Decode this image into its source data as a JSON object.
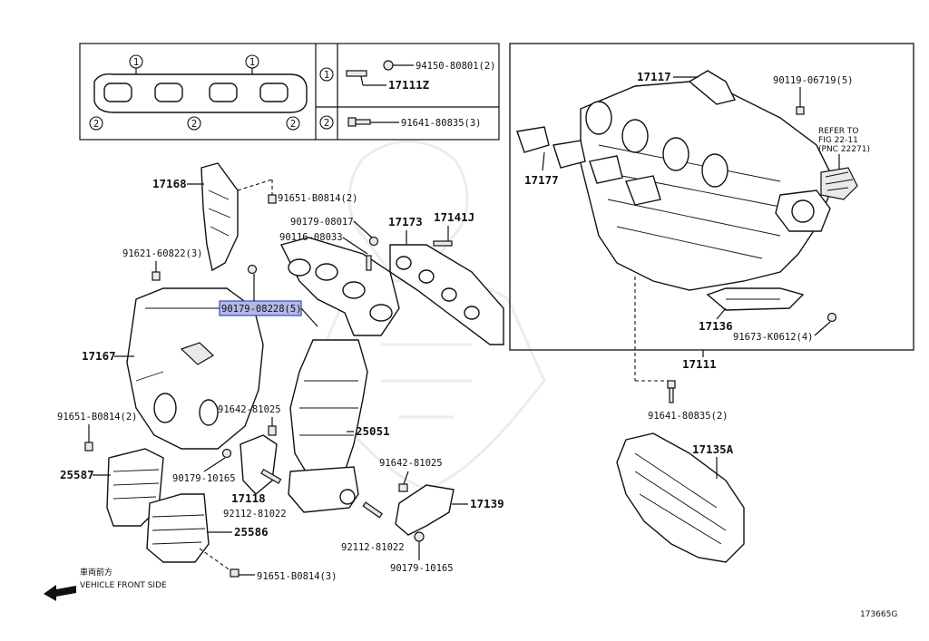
{
  "legend": {
    "callout_1": "1",
    "callout_2": "2",
    "row1_part_a": "94150-80801(2)",
    "row1_part_b": "17111Z",
    "row2_part": "91641-80835(3)"
  },
  "labels": {
    "p17117": "17117",
    "p90119": "90119-06719(5)",
    "refer_line1": "REFER TO",
    "refer_line2": "FIG 22-11",
    "refer_line3": "(PNC 22271)",
    "p17177": "17177",
    "p17168": "17168",
    "p91651_top": "91651-B0814(2)",
    "p90179_08017": "90179-08017",
    "p17173": "17173",
    "p17141J": "17141J",
    "p90116": "90116-08033",
    "p91621": "91621-60822(3)",
    "p90179_08228": "90179-08228(5)",
    "p17167": "17167",
    "p17136": "17136",
    "p91673": "91673-K0612(4)",
    "p17111": "17111",
    "p91641_bottom": "91641-80835(2)",
    "p91651_left": "91651-B0814(2)",
    "p91642_left": "91642-81025",
    "p25051": "25051",
    "p17135A": "17135A",
    "p25587": "25587",
    "p90179_10165_left": "90179-10165",
    "p91642_right": "91642-81025",
    "p17118": "17118",
    "p92112_left": "92112-81022",
    "p17139": "17139",
    "p25586": "25586",
    "p92112_right": "92112-81022",
    "p91651_bottom": "91651-B0814(3)",
    "p90179_10165_bottom": "90179-10165",
    "front_jp": "車両前方",
    "front_en": "VEHICLE FRONT SIDE",
    "fig_id": "173665G"
  },
  "highlight": {
    "fill": "#b3b9e6",
    "stroke": "#3a4bb5",
    "part": "90179-08228(5)"
  }
}
